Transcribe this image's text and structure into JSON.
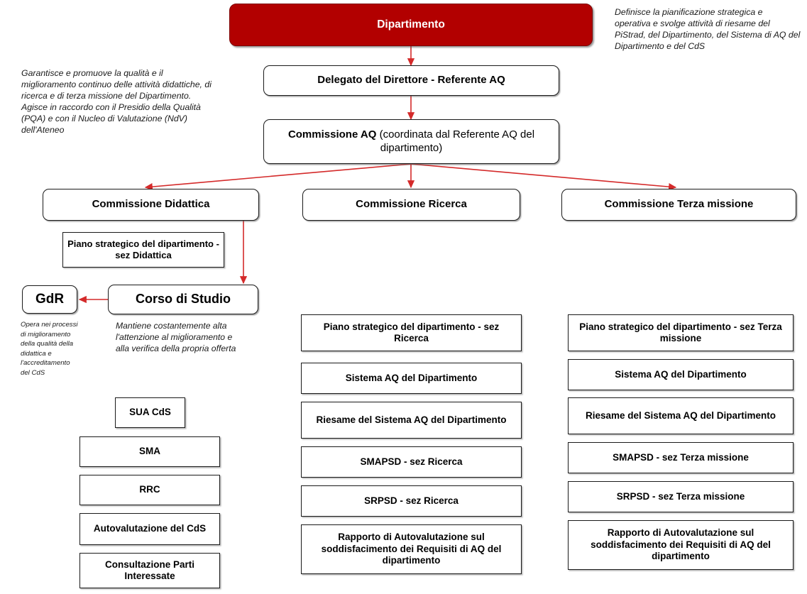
{
  "diagram": {
    "title_node": "Dipartimento",
    "accent_color": "#b20000",
    "arrow_color": "#d42a2a",
    "border_color": "#1a1a1a"
  },
  "nodes": {
    "dipartimento": "Dipartimento",
    "delegato": "Delegato del Direttore - Referente AQ",
    "commissione_aq_bold": "Commissione AQ",
    "commissione_aq_rest": " (coordinata dal Referente AQ del dipartimento)",
    "commissione_didattica": "Commissione Didattica",
    "commissione_ricerca": "Commissione Ricerca",
    "commissione_terza": "Commissione Terza missione",
    "piano_didattica": "Piano strategico del dipartimento - sez Didattica",
    "gdr": "GdR",
    "corso_di_studio": "Corso di Studio"
  },
  "notes": {
    "right_top": "Definisce la pianificazione strategica e operativa e svolge attività di riesame del PiStrad, del Dipartimento, del Sistema di AQ del Dipartimento e del CdS",
    "left_top": "Garantisce e promuove la qualità e il miglioramento continuo delle attività didattiche, di ricerca e di terza missione del Dipartimento. Agisce in raccordo con il Presidio della Qualità (PQA) e con il Nucleo di Valutazione (NdV) dell'Ateneo",
    "gdr_note": "Opera nei processi di miglioramento della qualità della didattica e l'accreditamento del CdS",
    "cds_note": "Mantiene costantemente alta l'attenzione al miglioramento e alla verifica della propria offerta"
  },
  "columns": {
    "didattica_stack": [
      "SUA CdS",
      "SMA",
      "RRC",
      "Autovalutazione del CdS",
      "Consultazione Parti Interessate"
    ],
    "ricerca_stack": [
      "Piano strategico del dipartimento - sez Ricerca",
      "Sistema AQ del Dipartimento",
      "Riesame del Sistema AQ del Dipartimento",
      "SMAPSD - sez Ricerca",
      "SRPSD - sez Ricerca",
      "Rapporto di Autovalutazione sul soddisfacimento dei Requisiti di AQ del dipartimento"
    ],
    "terza_missione_stack": [
      "Piano strategico del dipartimento - sez Terza missione",
      "Sistema AQ del Dipartimento",
      "Riesame del Sistema AQ del Dipartimento",
      "SMAPSD - sez Terza missione",
      "SRPSD - sez Terza missione",
      "Rapporto di Autovalutazione sul soddisfacimento dei Requisiti di AQ del dipartimento"
    ]
  }
}
